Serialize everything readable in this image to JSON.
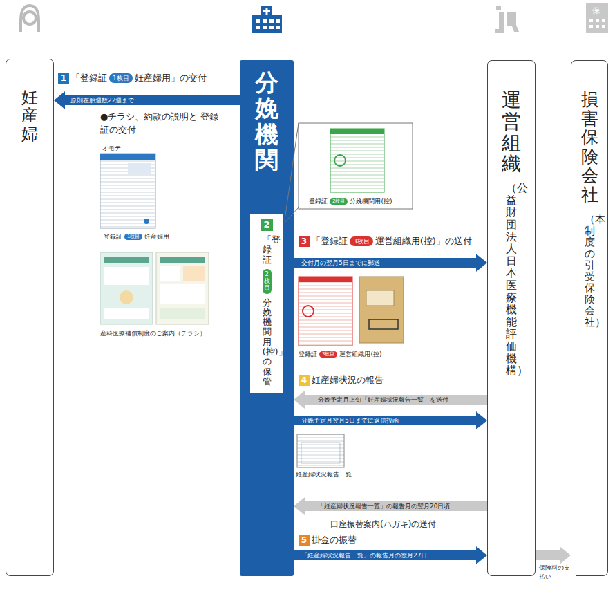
{
  "diagram": {
    "nodes": [
      {
        "text": [
          "妊産婦"
        ]
      },
      {
        "text": [
          "分娩機関"
        ]
      },
      {
        "text": [
          "2",
          "「登録証",
          "2枚目",
          "分娩機関用(控)」の保管"
        ],
        "in": 1
      },
      {
        "text": [
          "運営組織",
          "（公益財団法人 日本医療機能評価機構）"
        ]
      },
      {
        "text": [
          "損害保険会社",
          "（本制度の引受保険会社）"
        ]
      }
    ],
    "edges": [
      {
        "from": 1,
        "to": 0,
        "label": "原則在胎週数22週まで",
        "arrow": "to"
      },
      {
        "from": 1,
        "to": 3,
        "label": "交付月の翌月5日までに郵送",
        "arrow": "to"
      },
      {
        "from": 3,
        "to": 1,
        "label": "分娩予定月上旬「妊産婦状況報告一覧」を送付",
        "arrow": "to"
      },
      {
        "from": 1,
        "to": 3,
        "label": "分娩予定月翌月5日までに返信投函",
        "arrow": "to"
      },
      {
        "from": 3,
        "to": 1,
        "label": "「妊産婦状況報告一覧」の報告月の翌月20日頃",
        "arrow": "to"
      },
      {
        "from": 1,
        "to": 3,
        "label": "「妊産婦状況報告一覧」の報告月の翌月27日",
        "arrow": "to"
      },
      {
        "from": 3,
        "to": 4,
        "label": "保険料の支払い",
        "arrow": "to"
      }
    ],
    "labels": [
      "1",
      "「登録証",
      "1枚目",
      "妊産婦用」の交付",
      "●チラシ、約款の説明と 登録証の交付",
      "オモテ",
      "登録証",
      "1枚目",
      "妊産婦用",
      "産科医療補償制度のご案内（チラシ）",
      "登録証",
      "2枚目",
      "分娩機関用(控)",
      "3",
      "「登録証",
      "3枚目",
      "運営組織用(控)」の送付",
      "登録証",
      "3枚目",
      "運営組織用(控)",
      "4",
      "妊産婦状況の報告",
      "妊産婦状況報告一覧",
      "口座振替案内(ハガキ)の送付",
      "5",
      "掛金の振替",
      "保"
    ]
  }
}
